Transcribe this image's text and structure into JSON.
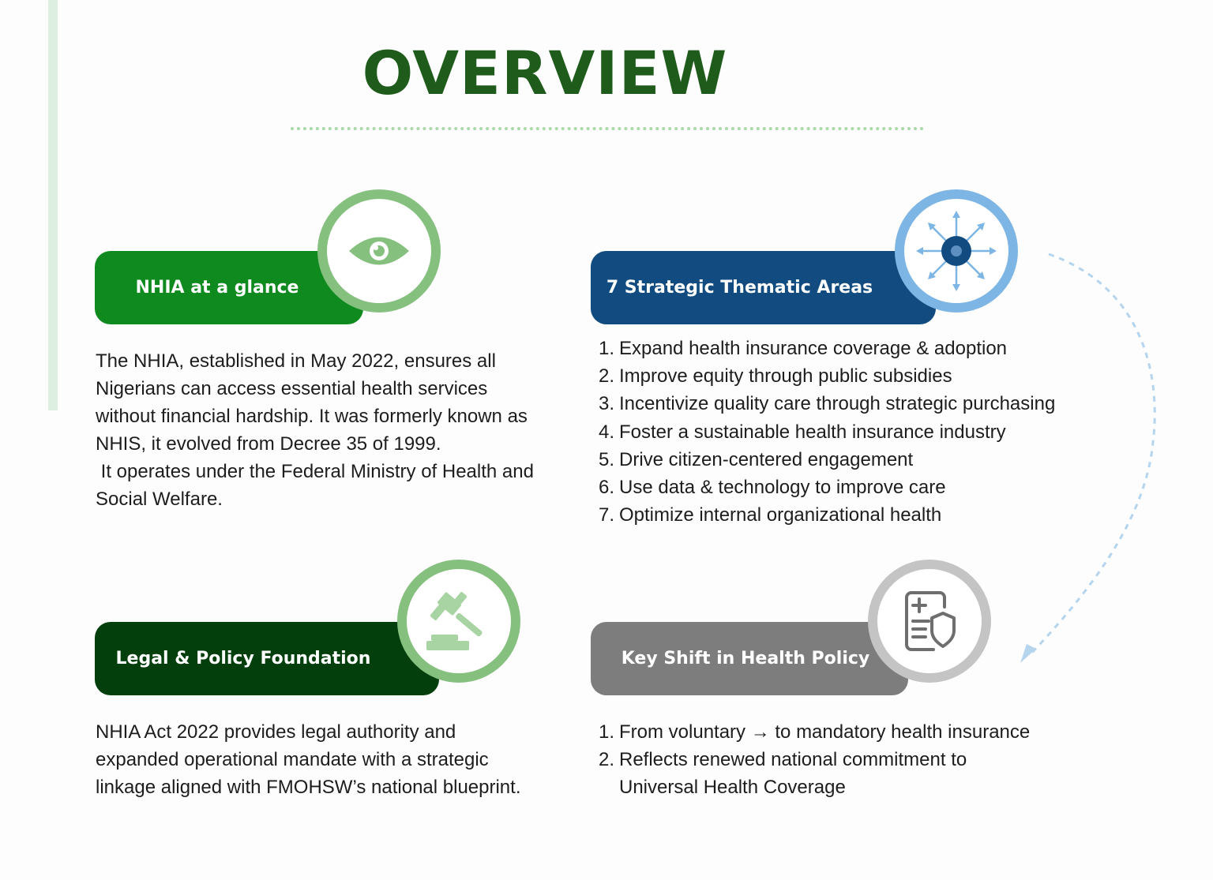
{
  "page": {
    "title": "OVERVIEW"
  },
  "colors": {
    "title": "#1f5c1c",
    "glance": "#0e8a1e",
    "strategic": "#124b7f",
    "legal": "#033f0c",
    "shift": "#7d7d7d",
    "green_ring": "#86c07f",
    "blue_ring": "#7db5e4",
    "grey_ring": "#c4c4c4"
  },
  "sections": {
    "glance": {
      "label": "NHIA at a glance",
      "icon": "eye-icon",
      "lines": [
        "The NHIA, established in May 2022, ensures all",
        "Nigerians can access essential health services",
        "without financial hardship. It was  formerly known as",
        "NHIS, it evolved from Decree 35 of 1999.",
        " It operates under the Federal Ministry of Health and",
        "Social Welfare."
      ]
    },
    "strategic": {
      "label": "7 Strategic Thematic Areas",
      "icon": "target-arrows-icon",
      "items": [
        {
          "num": "1.",
          "text": "Expand health insurance coverage & adoption"
        },
        {
          "num": "2.",
          "text": "Improve equity through public subsidies"
        },
        {
          "num": "3.",
          "text": "Incentivize quality care through strategic purchasing"
        },
        {
          "num": "4.",
          "text": "Foster a sustainable health insurance industry"
        },
        {
          "num": "5.",
          "text": "Drive citizen-centered engagement"
        },
        {
          "num": "6.",
          "text": "Use data & technology to improve care"
        },
        {
          "num": "7.",
          "text": "Optimize internal organizational health"
        }
      ]
    },
    "legal": {
      "label": "Legal & Policy Foundation",
      "icon": "gavel-icon",
      "lines": [
        "NHIA Act 2022 provides legal authority and",
        "expanded operational mandate with a strategic",
        "linkage aligned with FMOHSW’s national blueprint."
      ]
    },
    "shift": {
      "label": "Key Shift in Health Policy",
      "icon": "medical-document-shield-icon",
      "items": [
        {
          "num": "1.",
          "lines": [
            "From voluntary → to mandatory health insurance"
          ]
        },
        {
          "num": "2.",
          "lines": [
            "Reflects renewed national commitment to",
            "Universal Health Coverage"
          ]
        }
      ]
    }
  }
}
